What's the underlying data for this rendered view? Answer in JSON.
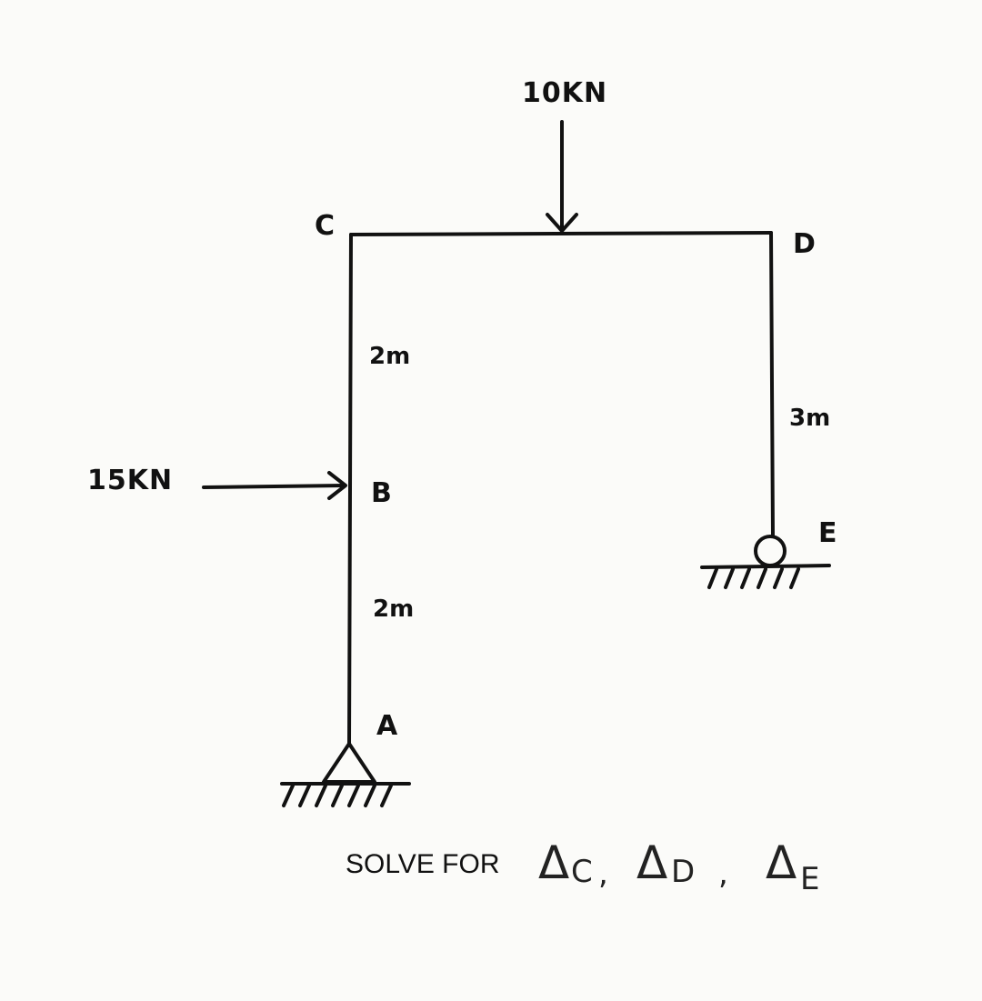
{
  "points": {
    "a": "A",
    "b": "B",
    "c": "C",
    "d": "D",
    "e": "E"
  },
  "lengths": {
    "cb": "2m",
    "ba": "2m",
    "de": "3m"
  },
  "loads": {
    "vertical": "10KN",
    "horizontal": "15KN"
  },
  "instruction": {
    "prefix": "SOLVE FOR",
    "delta": "Δ",
    "targets": [
      "C",
      "D",
      "E"
    ],
    "separator": ","
  }
}
